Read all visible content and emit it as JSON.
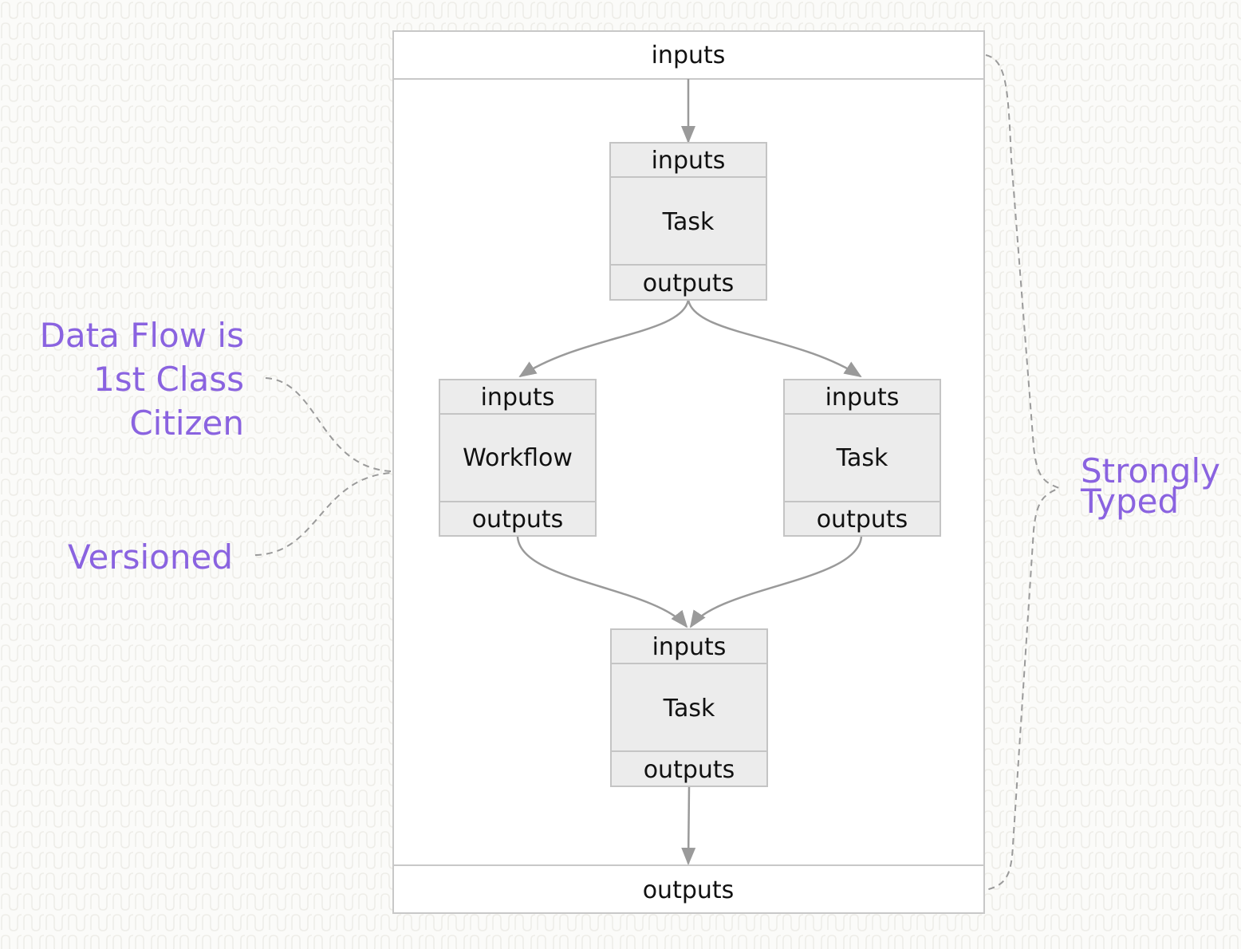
{
  "workflow": {
    "inputs_label": "inputs",
    "outputs_label": "outputs"
  },
  "nodes": [
    {
      "id": "task-top",
      "inputs": "inputs",
      "name": "Task",
      "outputs": "outputs"
    },
    {
      "id": "workflow-left",
      "inputs": "inputs",
      "name": "Workflow",
      "outputs": "outputs"
    },
    {
      "id": "task-right",
      "inputs": "inputs",
      "name": "Task",
      "outputs": "outputs"
    },
    {
      "id": "task-bottom",
      "inputs": "inputs",
      "name": "Task",
      "outputs": "outputs"
    }
  ],
  "annotations": {
    "left_top_lines": [
      "Data Flow is",
      "1st Class",
      "Citizen"
    ],
    "left_bottom": "Versioned",
    "right_lines": [
      "Strongly",
      "Typed"
    ]
  },
  "colors": {
    "accent": "#8a63e0",
    "edge": "#9a9a9a",
    "node_fill": "#ececec",
    "node_border": "#c4c4c4"
  }
}
